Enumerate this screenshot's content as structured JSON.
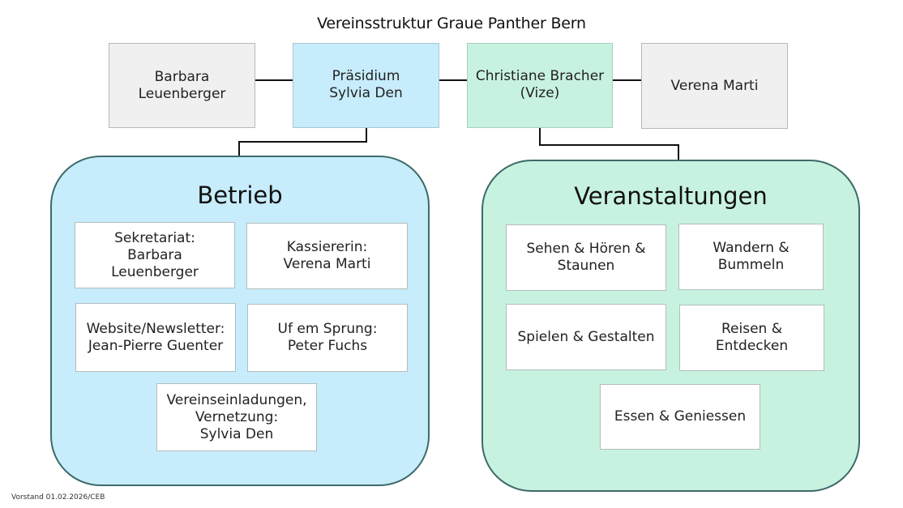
{
  "title": "Vereinsstruktur Graue Panther Bern",
  "top_row": [
    {
      "label": "Barbara\nLeuenberger",
      "style": "gray"
    },
    {
      "label": "Präsidium\nSylvia Den",
      "style": "blue"
    },
    {
      "label": "Christiane Bracher\n(Vize)",
      "style": "green"
    },
    {
      "label": "Verena Marti",
      "style": "gray"
    }
  ],
  "groups": {
    "betrieb": {
      "title": "Betrieb",
      "color": "#c7ecfb",
      "items": [
        "Sekretariat:\nBarbara\nLeuenberger",
        "Kassiererin:\nVerena Marti",
        "Website/Newsletter:\nJean-Pierre Guenter",
        "Uf em Sprung:\nPeter Fuchs",
        "Vereinseinladungen,\nVernetzung:\nSylvia Den"
      ]
    },
    "veranstaltungen": {
      "title": "Veranstaltungen",
      "color": "#c8f2e0",
      "items": [
        "Sehen & Hören &\nStaunen",
        "Wandern &\nBummeln",
        "Spielen & Gestalten",
        "Reisen &\nEntdecken",
        "Essen & Geniessen"
      ]
    }
  },
  "footer": "Vorstand 01.02.2026/CEB"
}
